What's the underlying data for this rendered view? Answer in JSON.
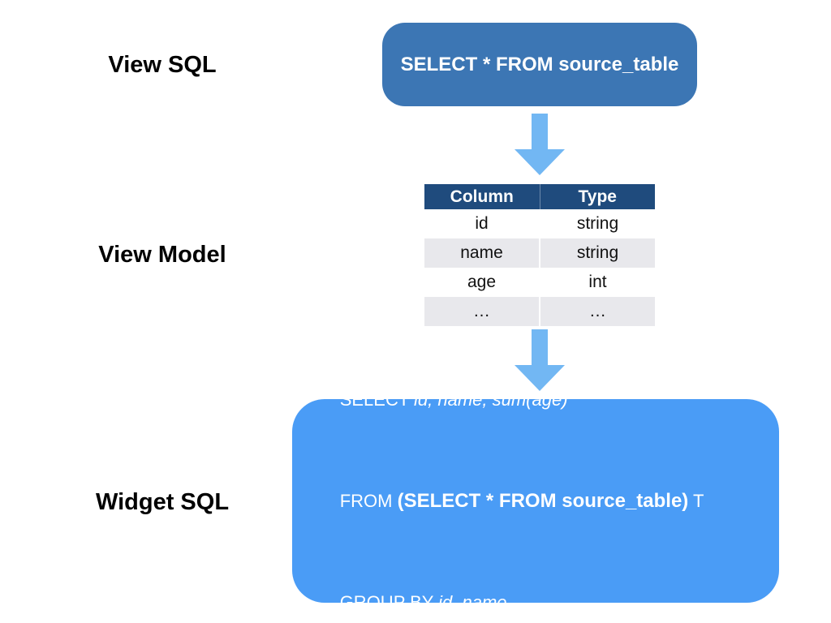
{
  "labels": {
    "view_sql": "View SQL",
    "view_model": "View Model",
    "widget_sql": "Widget SQL"
  },
  "view_sql_box": {
    "sql": "SELECT * FROM source_table"
  },
  "view_model_table": {
    "headers": [
      "Column",
      "Type"
    ],
    "rows": [
      [
        "id",
        "string"
      ],
      [
        "name",
        "string"
      ],
      [
        "age",
        "int"
      ],
      [
        "…",
        "…"
      ]
    ]
  },
  "widget_sql_box": {
    "lines": [
      {
        "segments": [
          {
            "text": "SELECT ",
            "style": "regular"
          },
          {
            "text": "id, name, sum(age)",
            "style": "italic"
          }
        ]
      },
      {
        "segments": [
          {
            "text": "FROM ",
            "style": "regular"
          },
          {
            "text": "(SELECT * FROM source_table)",
            "style": "bold"
          },
          {
            "text": " T",
            "style": "regular"
          }
        ]
      },
      {
        "segments": [
          {
            "text": "GROUP BY ",
            "style": "regular"
          },
          {
            "text": "id, name",
            "style": "italic"
          }
        ]
      }
    ]
  },
  "icons": {
    "arrow_top": "down-block-arrow",
    "arrow_bottom": "down-block-arrow"
  },
  "colors": {
    "background": "#ffffff",
    "view_sql_box_bg": "#3c76b4",
    "widget_sql_box_bg": "#4a9cf6",
    "arrow_fill": "#72b7f3",
    "table_header_bg": "#1f4b7d",
    "table_row_alt_bg": "#e8e8ec",
    "box_text": "#ffffff",
    "label_text": "#000000",
    "table_text": "#111111"
  }
}
